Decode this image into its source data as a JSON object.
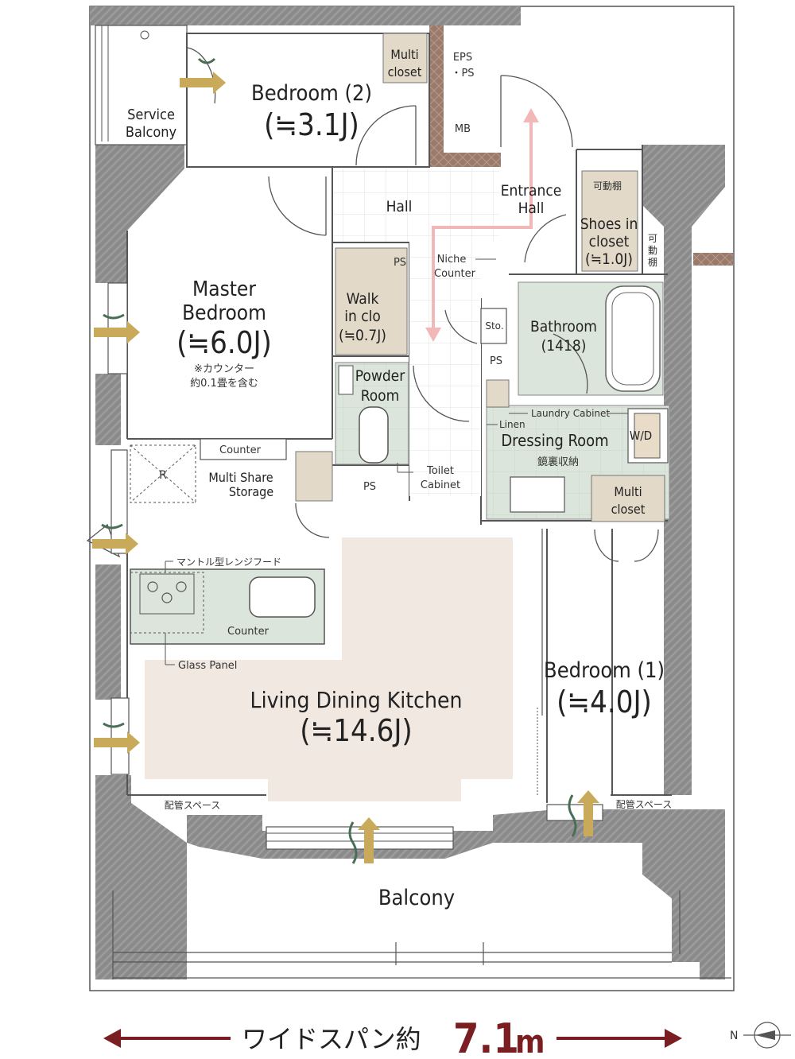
{
  "rooms": {
    "bedroom2": {
      "name": "Bedroom (2)",
      "size": "(≒3.1J)"
    },
    "master": {
      "line1": "Master",
      "line2": "Bedroom",
      "size": "(≒6.0J)",
      "note1": "※カウンター",
      "note2": "約0.1畳を含む"
    },
    "ldk": {
      "name": "Living Dining Kitchen",
      "size": "(≒14.6J)"
    },
    "bedroom1": {
      "name": "Bedroom (1)",
      "size": "(≒4.0J)"
    },
    "bathroom": {
      "name": "Bathroom",
      "size": "(1418)"
    },
    "dressing": {
      "name": "Dressing Room",
      "sub": "鏡裏収納"
    },
    "powder": {
      "line1": "Powder",
      "line2": "Room"
    },
    "walkin": {
      "line1": "Walk",
      "line2": "in clo",
      "size": "(≒0.7J)"
    },
    "shoes": {
      "line1": "Shoes in",
      "line2": "closet",
      "size": "(≒1.0J)"
    },
    "hall": "Hall",
    "entrance": {
      "line1": "Entrance",
      "line2": "Hall"
    },
    "balcony": "Balcony",
    "service_balcony": {
      "line1": "Service",
      "line2": "Balcony"
    }
  },
  "labels": {
    "multi_closet_top": {
      "line1": "Multi",
      "line2": "closet"
    },
    "multi_closet_bottom": {
      "line1": "Multi",
      "line2": "closet"
    },
    "eps": {
      "line1": "EPS",
      "line2": "・PS"
    },
    "mb": "MB",
    "ps_walkin": "PS",
    "ps_bath": "PS",
    "ps_toilet": "PS",
    "sto": "Sto.",
    "niche": {
      "line1": "Niche",
      "line2": "Counter"
    },
    "counter_master": "Counter",
    "multi_share": {
      "line1": "Multi Share",
      "line2": "Storage"
    },
    "r": "R",
    "range_hood": "マントル型レンジフード",
    "counter_kitchen": "Counter",
    "glass_panel": "Glass Panel",
    "laundry": "Laundry Cabinet",
    "linen": "Linen",
    "wd": "W/D",
    "toilet_cabinet": {
      "line1": "Toilet",
      "line2": "Cabinet"
    },
    "kadou_top": "可動棚",
    "kadou_side": [
      "可",
      "動",
      "棚"
    ],
    "piping_left": "配管スペース",
    "piping_right": "配管スペース",
    "north": "N"
  },
  "footer": {
    "text": "ワイドスパン約",
    "value": "7.1",
    "unit": "m"
  },
  "colors": {
    "wall": "#8c8c8c",
    "ldk_fill": "#f2e8e2",
    "wet_fill": "#dbe5db",
    "storage_fill": "#e3d9c8",
    "arrow_red": "#7a1e22",
    "vent_gold": "#c8aa5a",
    "entry_arrow": "#f2b8b8",
    "vent_green": "#4a6e55"
  }
}
